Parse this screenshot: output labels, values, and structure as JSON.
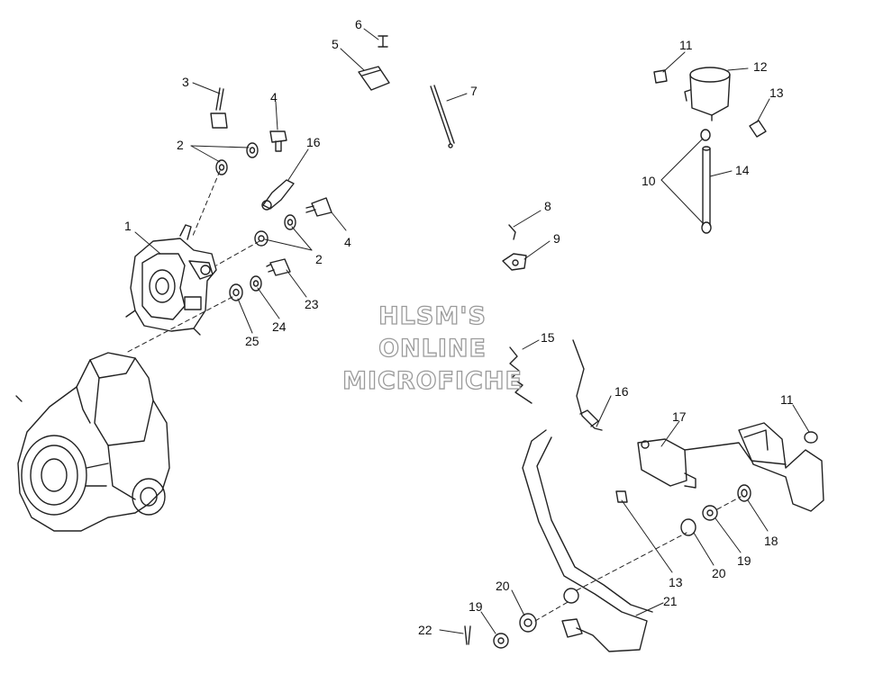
{
  "watermark": {
    "line1": "HLSM'S",
    "line2": "ONLINE",
    "line3": "MICROFICHE"
  },
  "callouts": [
    {
      "id": "c1",
      "text": "1"
    },
    {
      "id": "c2a",
      "text": "2"
    },
    {
      "id": "c2b",
      "text": "2"
    },
    {
      "id": "c3",
      "text": "3"
    },
    {
      "id": "c4a",
      "text": "4"
    },
    {
      "id": "c4b",
      "text": "4"
    },
    {
      "id": "c5",
      "text": "5"
    },
    {
      "id": "c6",
      "text": "6"
    },
    {
      "id": "c7",
      "text": "7"
    },
    {
      "id": "c8",
      "text": "8"
    },
    {
      "id": "c9",
      "text": "9"
    },
    {
      "id": "c10",
      "text": "10"
    },
    {
      "id": "c11a",
      "text": "11"
    },
    {
      "id": "c11b",
      "text": "11"
    },
    {
      "id": "c12",
      "text": "12"
    },
    {
      "id": "c13a",
      "text": "13"
    },
    {
      "id": "c13b",
      "text": "13"
    },
    {
      "id": "c14",
      "text": "14"
    },
    {
      "id": "c15",
      "text": "15"
    },
    {
      "id": "c16a",
      "text": "16"
    },
    {
      "id": "c16b",
      "text": "16"
    },
    {
      "id": "c17",
      "text": "17"
    },
    {
      "id": "c18",
      "text": "18"
    },
    {
      "id": "c19a",
      "text": "19"
    },
    {
      "id": "c19b",
      "text": "19"
    },
    {
      "id": "c20a",
      "text": "20"
    },
    {
      "id": "c20b",
      "text": "20"
    },
    {
      "id": "c21",
      "text": "21"
    },
    {
      "id": "c22",
      "text": "22"
    },
    {
      "id": "c23",
      "text": "23"
    },
    {
      "id": "c24",
      "text": "24"
    },
    {
      "id": "c25",
      "text": "25"
    }
  ]
}
